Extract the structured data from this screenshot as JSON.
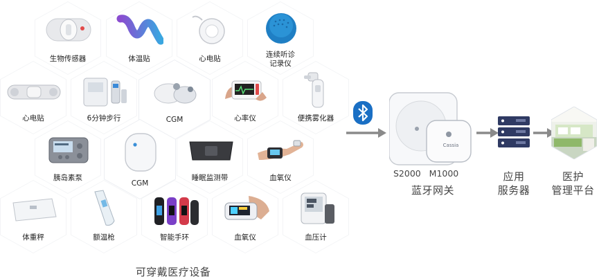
{
  "devices": [
    {
      "label": "生物传感器",
      "icon": "biosensor-patch"
    },
    {
      "label": "体温贴",
      "icon": "temperature-patch"
    },
    {
      "label": "心电贴",
      "icon": "ecg-patch-round"
    },
    {
      "label": "连续听诊",
      "label2": "记录仪",
      "icon": "stethoscope-recorder"
    },
    {
      "label": "心电贴",
      "icon": "ecg-patch-strip"
    },
    {
      "label": "6分钟步行",
      "icon": "walk-test-device"
    },
    {
      "label": "CGM",
      "icon": "cgm-sensor-cluster"
    },
    {
      "label": "心率仪",
      "icon": "heart-rate-monitor"
    },
    {
      "label": "便携雾化器",
      "icon": "portable-nebulizer"
    },
    {
      "label": "胰岛素泵",
      "icon": "insulin-pump"
    },
    {
      "label": "CGM",
      "icon": "cgm-sensor"
    },
    {
      "label": "睡眠监测带",
      "icon": "sleep-belt"
    },
    {
      "label": "血氧仪",
      "icon": "wrist-oximeter"
    },
    {
      "label": "体重秤",
      "icon": "weight-scale"
    },
    {
      "label": "额温枪",
      "icon": "forehead-thermometer"
    },
    {
      "label": "智能手环",
      "icon": "smart-bands"
    },
    {
      "label": "血氧仪",
      "icon": "finger-oximeter"
    },
    {
      "label": "血压计",
      "icon": "blood-pressure-monitor"
    }
  ],
  "wearables_caption": "可穿戴医疗设备",
  "gateway": {
    "models": "S2000   M1000",
    "caption": "蓝牙网关",
    "brand": "Cassia",
    "bluetooth_icon": "bluetooth-icon"
  },
  "server": {
    "caption_line1": "应用",
    "caption_line2": "服务器"
  },
  "platform": {
    "caption_line1": "医护",
    "caption_line2": "管理平台"
  },
  "colors": {
    "bluetooth": "#1a6fc4",
    "arrow": "#8a8a8a",
    "server": "#2f3a63"
  }
}
